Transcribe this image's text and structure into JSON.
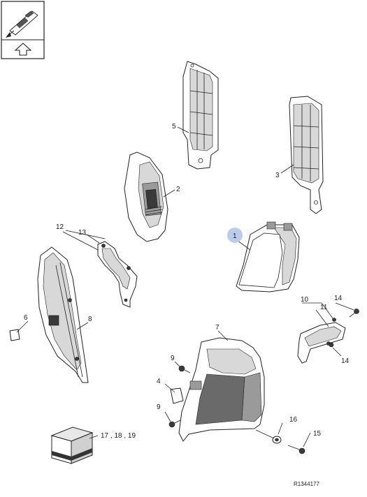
{
  "callouts": {
    "c1": "1",
    "c2": "2",
    "c3": "3",
    "c4": "4",
    "c5": "5",
    "c6": "6",
    "c7": "7",
    "c8": "8",
    "c9a": "9",
    "c9b": "9",
    "c10": "10",
    "c11": "11",
    "c12": "12",
    "c13": "13",
    "c14a": "14",
    "c14b": "14",
    "c15": "15",
    "c16": "16",
    "c17": "17 , 18 , 19"
  },
  "highlight_color": "#b9cdea",
  "reference": "R1344177",
  "icons": {
    "orientation": "vehicle-orientation-icon",
    "up_arrow": "up-arrow-icon",
    "kit_box": "parts-box-icon"
  }
}
